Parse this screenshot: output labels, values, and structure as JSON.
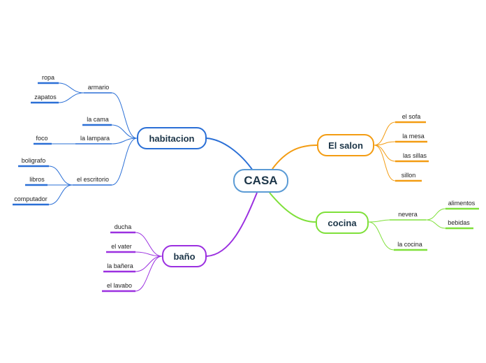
{
  "center": {
    "label": "CASA",
    "color": "#5b9bd5"
  },
  "topics": {
    "habitacion": {
      "label": "habitacion",
      "color": "#2a6fd6",
      "children": {
        "armario": {
          "label": "armario",
          "children": {
            "ropa": "ropa",
            "zapatos": "zapatos"
          }
        },
        "la_cama": {
          "label": "la cama"
        },
        "la_lampara": {
          "label": "la lampara",
          "children": {
            "foco": "foco"
          }
        },
        "el_escritorio": {
          "label": "el escritorio",
          "children": {
            "boligrafo": "boligrafo",
            "libros": "libros",
            "computador": "computador"
          }
        }
      }
    },
    "el_salon": {
      "label": "El salon",
      "color": "#f39c12",
      "children": {
        "el_sofa": "el sofa",
        "la_mesa": "la mesa",
        "las_sillas": "las sillas",
        "sillon": "sillon"
      }
    },
    "cocina": {
      "label": "cocina",
      "color": "#7fe03a",
      "children": {
        "nevera": {
          "label": "nevera",
          "children": {
            "alimentos": "alimentos",
            "bebidas": "bebidas"
          }
        },
        "la_cocina": {
          "label": "la cocina"
        }
      }
    },
    "bano": {
      "label": "baño",
      "color": "#9b30e0",
      "children": {
        "ducha": "ducha",
        "el_vater": "el vater",
        "la_banera": "la bañera",
        "el_lavabo": "el lavabo"
      }
    }
  }
}
